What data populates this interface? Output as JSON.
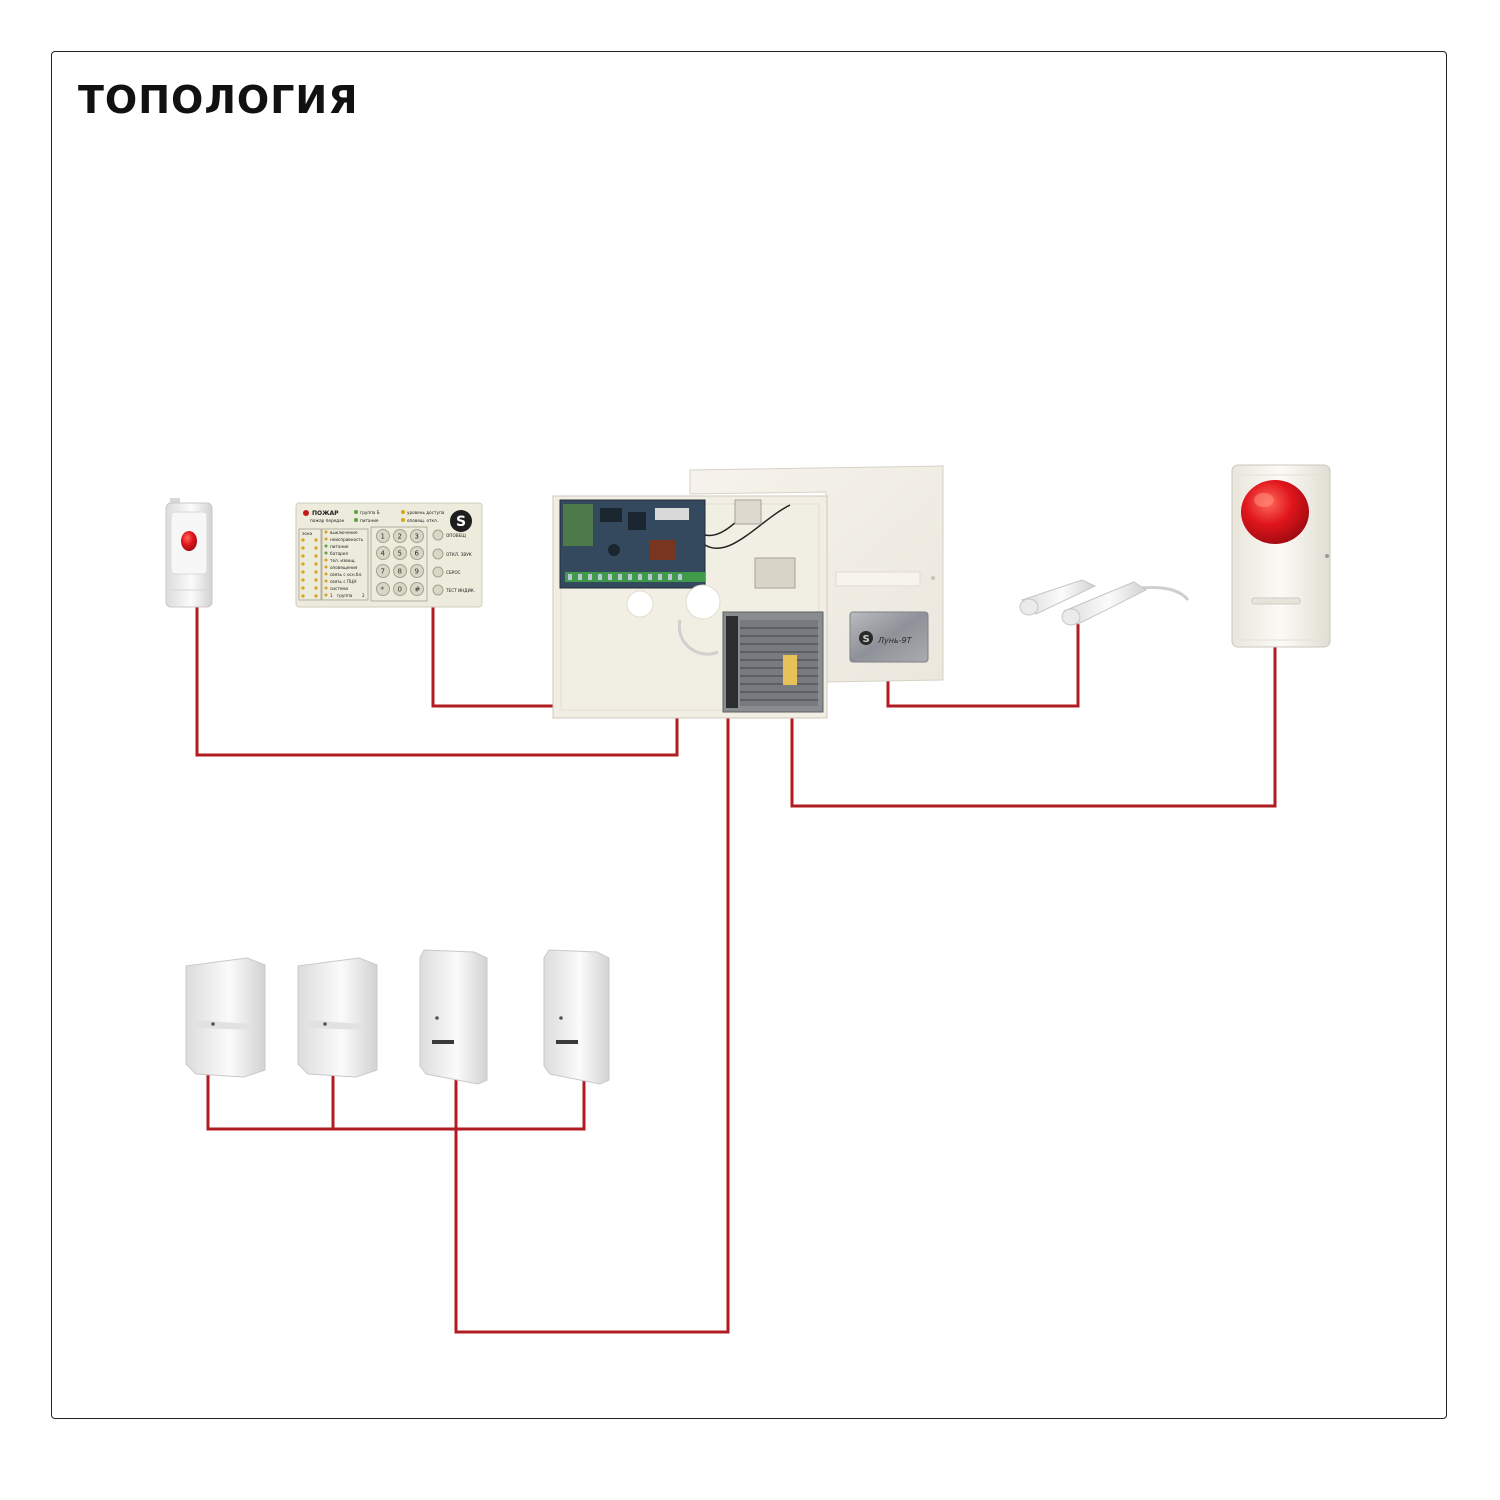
{
  "title": "ТОПОЛОГИЯ",
  "colors": {
    "wire": "#b01c22",
    "frame": "#222222",
    "device_body": "#f2efe6",
    "siren_red": "#d8121a",
    "button_red": "#e0301e",
    "pcb_blue": "#34495e"
  },
  "keypad": {
    "header_left": "ПОЖАР",
    "header_left_sub": "пожар передан",
    "header_mid_1": "группа Б",
    "header_mid_2": "питание",
    "header_right_1": "уровень доступа",
    "header_right_2": "оповещ. откл.",
    "zone_label": "зона",
    "status_items": [
      "выключение",
      "неисправность",
      "питание",
      "батарея",
      "тел. извещ.",
      "оповещение",
      "связь с осн.бл.",
      "связь с ПЦН",
      "система"
    ],
    "group_label": "группа",
    "group_numbers": [
      "1",
      "2"
    ],
    "keys": [
      "1",
      "2",
      "3",
      "4",
      "5",
      "6",
      "7",
      "8",
      "9",
      "*",
      "0",
      "#"
    ],
    "side_buttons": [
      "ОПОВЕЩ",
      "ОТКЛ. ЗВУК",
      "СБРОС",
      "ТЕСТ ИНДИК."
    ]
  },
  "panel": {
    "label": "Лунь-9Т"
  }
}
